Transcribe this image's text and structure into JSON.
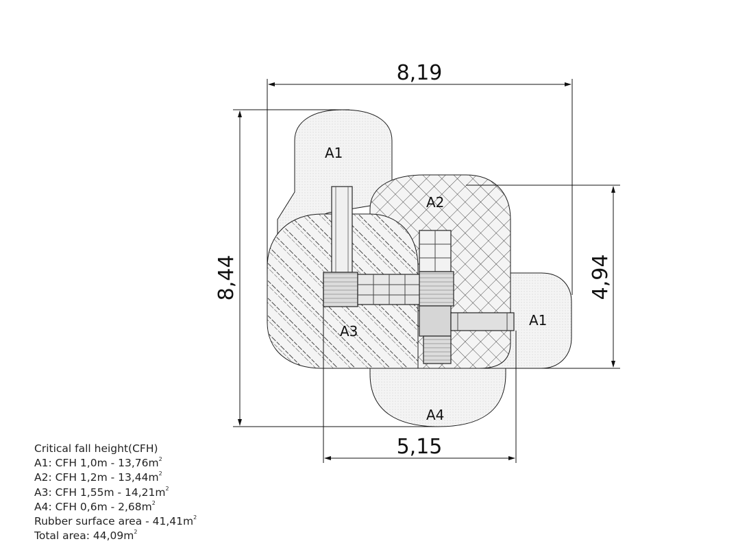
{
  "dimensions": {
    "total_width": "8,19",
    "total_height": "8,44",
    "inner_height": "4,94",
    "inner_width": "5,15"
  },
  "zones": {
    "a1_top": "A1",
    "a1_right": "A1",
    "a2": "A2",
    "a3": "A3",
    "a4": "A4"
  },
  "legend": {
    "title": "Critical fall height(CFH)",
    "rows": [
      {
        "text": "A1: CFH 1,0m - 13,76m",
        "sup": "2"
      },
      {
        "text": "A2: CFH 1,2m - 13,44m",
        "sup": "2"
      },
      {
        "text": "A3: CFH 1,55m - 14,21m",
        "sup": "2"
      },
      {
        "text": "A4: CFH 0,6m - 2,68m",
        "sup": "2"
      },
      {
        "text": "Rubber surface area - 41,41m",
        "sup": "2"
      },
      {
        "text": "Total area: 44,09m",
        "sup": "2"
      }
    ]
  },
  "colors": {
    "line": "#1a1a1a",
    "dotted_fill": "#eeeeee",
    "equipment_fill": "#d9d9d9"
  }
}
